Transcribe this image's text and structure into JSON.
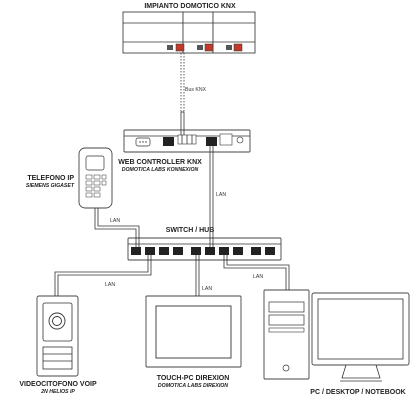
{
  "knx_system": {
    "title": "IMPIANTO DOMOTICO KNX",
    "bus_label": "Bus KNX"
  },
  "web_controller": {
    "title": "WEB CONTROLLER KNX",
    "subtitle": "DOMOTICA LABS KONNEXION"
  },
  "ip_phone": {
    "title": "TELEFONO IP",
    "subtitle": "SIEMENS GIGASET"
  },
  "switch": {
    "title": "SWITCH / HUB"
  },
  "videophone": {
    "title": "VIDEOCITOFONO VOIP",
    "subtitle": "2N HELIOS IP"
  },
  "touch_pc": {
    "title": "TOUCH-PC DIREXION",
    "subtitle": "DOMOTICA LABS DIREXION"
  },
  "pc": {
    "title": "PC / DESKTOP / NOTEBOOK"
  },
  "links": {
    "lan_label": "LAN"
  },
  "colors": {
    "accent_port": "#c0392b"
  }
}
